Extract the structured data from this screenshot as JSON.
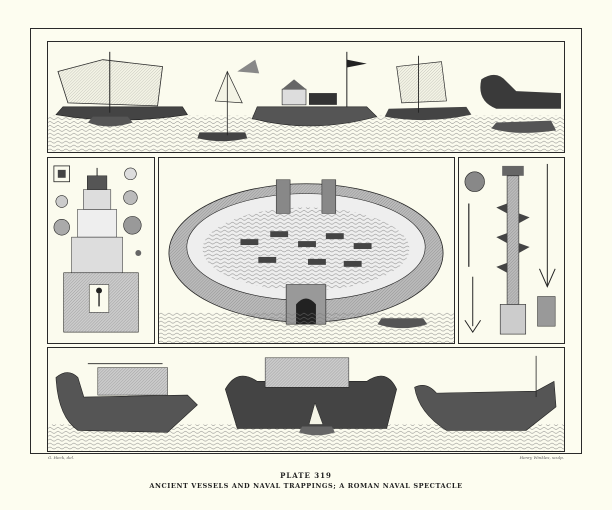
{
  "plate": {
    "number": "PLATE 319",
    "title": "ANCIENT VESSELS AND NAVAL TRAPPINGS; A ROMAN NAVAL SPECTACLE",
    "signature_left": "G. Heck, del.",
    "signature_right": "Henry Winkles, sculp."
  },
  "panels": {
    "top": "sailing-ships-row",
    "left": "lighthouse-and-coins",
    "center": "roman-naumachia-arena",
    "right": "column-and-naval-implements",
    "bottom": "warships-row"
  },
  "colors": {
    "paper": "#fdfdf0",
    "ink": "#2a2a2a"
  }
}
